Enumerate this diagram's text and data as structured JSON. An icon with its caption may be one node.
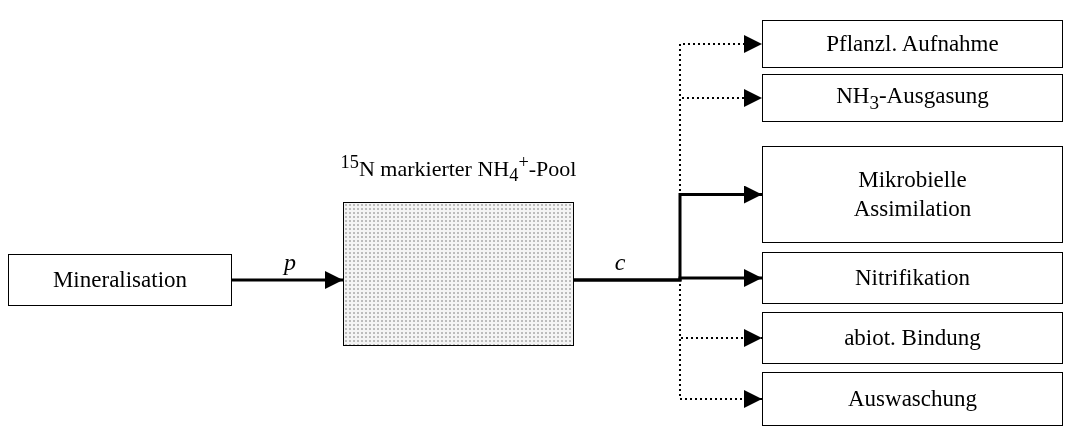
{
  "diagram": {
    "nodes": [
      {
        "text": [
          "Mineralisation"
        ]
      },
      {
        "text": [
          "$^{15}$N markierter NH$_{4}$$^{+}$-Pool"
        ]
      },
      {
        "text": [
          "Pflanzl. Aufnahme"
        ]
      },
      {
        "text": [
          "NH$_{3}$-Ausgasung"
        ]
      },
      {
        "text": [
          "Mikrobielle Assimilation"
        ]
      },
      {
        "text": [
          "Nitrifikation"
        ]
      },
      {
        "text": [
          "abiot. Bindung"
        ]
      },
      {
        "text": [
          "Auswaschung"
        ]
      }
    ],
    "edges": [
      {
        "from": 0,
        "to": 1,
        "arrow": "to",
        "label": "p"
      },
      {
        "from": 1,
        "to": 2,
        "arrow": "to",
        "style": "dashed"
      },
      {
        "from": 1,
        "to": 3,
        "arrow": "to",
        "style": "dashed"
      },
      {
        "from": 1,
        "to": 4,
        "arrow": "to"
      },
      {
        "from": 1,
        "to": 5,
        "arrow": "to",
        "label": "c"
      },
      {
        "from": 1,
        "to": 6,
        "arrow": "to",
        "style": "dashed"
      },
      {
        "from": 1,
        "to": 7,
        "arrow": "to",
        "style": "dashed"
      }
    ]
  }
}
